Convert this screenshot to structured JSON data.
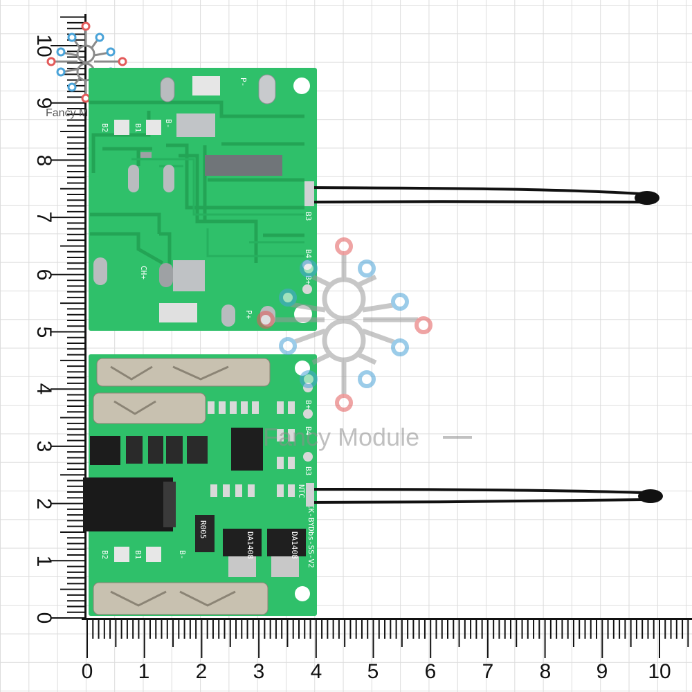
{
  "ruler": {
    "x_labels": [
      "0",
      "1",
      "2",
      "3",
      "4",
      "5",
      "6",
      "7",
      "8",
      "9",
      "10"
    ],
    "y_labels": [
      "0",
      "1",
      "2",
      "3",
      "4",
      "5",
      "6",
      "7",
      "8",
      "9",
      "10"
    ]
  },
  "watermark": {
    "brand_small": "Fancy Module",
    "brand_large": "Fancy Module",
    "logo_colors": [
      "#e35a5a",
      "#4aa3d8"
    ]
  },
  "top_board": {
    "labels": {
      "p_minus": "P-",
      "b2": "B2",
      "b1": "B1",
      "b_minus": "B-",
      "b3": "B3",
      "b4": "B4",
      "b_plus": "B+",
      "ch_plus": "CH+",
      "p_plus": "P+"
    }
  },
  "bottom_board": {
    "labels": {
      "b_plus": "B+",
      "b4": "B4",
      "b3": "B3",
      "ntc": "NTC",
      "model": "CK-BYDbs-SS-V2",
      "b2": "B2",
      "b1": "B1",
      "b_minus": "B-",
      "resistor": "R005",
      "mosfet_left": "DA1408",
      "mosfet_right": "DA1408"
    }
  },
  "colors": {
    "pcb_green": "#2fc06a",
    "trace_green": "#23a455",
    "pad_silver": "#b9bcbf",
    "wire_black": "#111111"
  }
}
